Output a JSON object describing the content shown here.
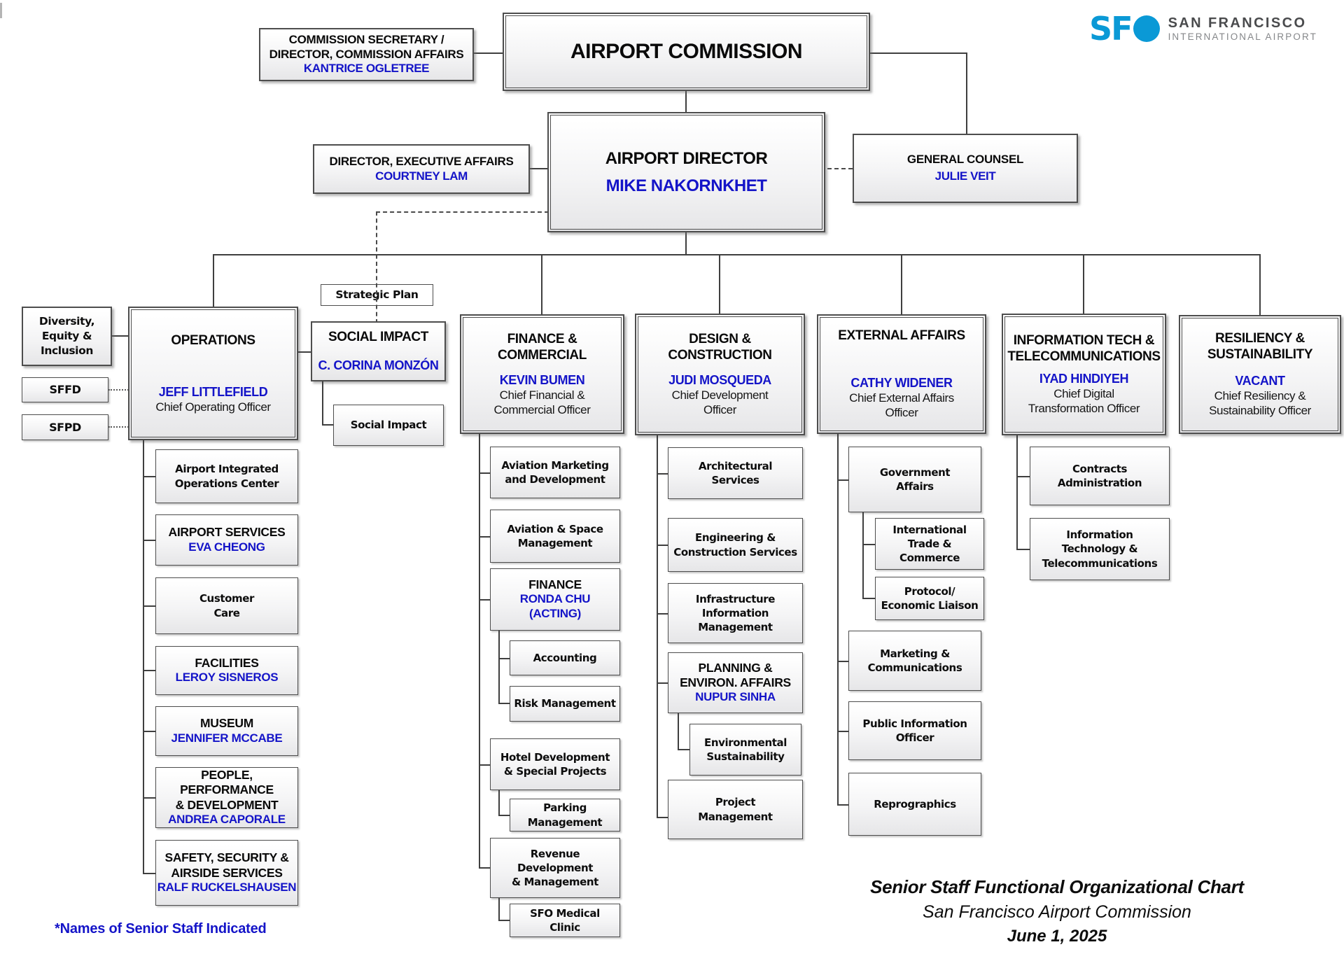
{
  "logo": {
    "sfo": "SF",
    "name_line1": "SAN FRANCISCO",
    "name_line2": "INTERNATIONAL AIRPORT"
  },
  "colors": {
    "accent_blue": "#1414c8",
    "sfo_blue": "#0a99d6",
    "box_border": "#4d4d4d"
  },
  "top": {
    "commission_secretary": {
      "title": "COMMISSION SECRETARY /\nDIRECTOR, COMMISSION AFFAIRS",
      "name": "KANTRICE OGLETREE"
    },
    "airport_commission": {
      "title": "AIRPORT COMMISSION"
    },
    "director_exec_affairs": {
      "title": "DIRECTOR, EXECUTIVE AFFAIRS",
      "name": "COURTNEY LAM"
    },
    "airport_director": {
      "title": "AIRPORT DIRECTOR",
      "name": "MIKE NAKORNKHET"
    },
    "general_counsel": {
      "title": "GENERAL COUNSEL",
      "name": "JULIE VEIT"
    },
    "strategic_plan": {
      "label": "Strategic Plan"
    }
  },
  "satellites": {
    "dei": {
      "label": "Diversity,\nEquity &\nInclusion"
    },
    "sffd": {
      "label": "SFFD"
    },
    "sfpd": {
      "label": "SFPD"
    }
  },
  "divisions": {
    "operations": {
      "header": "OPERATIONS",
      "name": "JEFF LITTLEFIELD",
      "role": "Chief Operating Officer",
      "children": [
        {
          "label": "Airport Integrated\nOperations Center"
        },
        {
          "header": "AIRPORT SERVICES",
          "name": "EVA CHEONG"
        },
        {
          "label": "Customer\nCare"
        },
        {
          "header": "FACILITIES",
          "name": "LEROY SISNEROS"
        },
        {
          "header": "MUSEUM",
          "name": "JENNIFER MCCABE"
        },
        {
          "header": "PEOPLE, PERFORMANCE\n& DEVELOPMENT",
          "name": "ANDREA CAPORALE"
        },
        {
          "header": "SAFETY, SECURITY &\nAIRSIDE SERVICES",
          "name": "RALF RUCKELSHAUSEN"
        }
      ]
    },
    "social_impact": {
      "header": "SOCIAL IMPACT",
      "name": "C. CORINA MONZÓN",
      "children": [
        {
          "label": "Social Impact"
        }
      ]
    },
    "finance": {
      "header": "FINANCE &\nCOMMERCIAL",
      "name": "KEVIN BUMEN",
      "role": "Chief Financial &\nCommercial Officer",
      "children": [
        {
          "label": "Aviation Marketing\nand Development"
        },
        {
          "label": "Aviation & Space\nManagement"
        },
        {
          "header": "FINANCE",
          "name": "RONDA CHU",
          "acting": "(ACTING)"
        },
        {
          "label": "Accounting"
        },
        {
          "label": "Risk Management"
        },
        {
          "label": "Hotel Development\n& Special Projects"
        },
        {
          "label": "Parking\nManagement"
        },
        {
          "label": "Revenue\nDevelopment\n& Management"
        },
        {
          "label": "SFO Medical\nClinic"
        }
      ]
    },
    "design": {
      "header": "DESIGN &\nCONSTRUCTION",
      "name": "JUDI MOSQUEDA",
      "role": "Chief Development\nOfficer",
      "children": [
        {
          "label": "Architectural\nServices"
        },
        {
          "label": "Engineering &\nConstruction Services"
        },
        {
          "label": "Infrastructure\nInformation\nManagement"
        },
        {
          "header": "PLANNING &\nENVIRON. AFFAIRS",
          "name": "NUPUR SINHA"
        },
        {
          "label": "Environmental\nSustainability"
        },
        {
          "label": "Project\nManagement"
        }
      ]
    },
    "external": {
      "header": "EXTERNAL AFFAIRS",
      "name": "CATHY WIDENER",
      "role": "Chief External Affairs\nOfficer",
      "children": [
        {
          "label": "Government\nAffairs"
        },
        {
          "label": "International\nTrade &\nCommerce"
        },
        {
          "label": "Protocol/\nEconomic Liaison"
        },
        {
          "label": "Marketing &\nCommunications"
        },
        {
          "label": "Public Information\nOfficer"
        },
        {
          "label": "Reprographics"
        }
      ]
    },
    "it": {
      "header": "INFORMATION TECH &\nTELECOMMUNICATIONS",
      "name": "IYAD HINDIYEH",
      "role": "Chief Digital\nTransformation Officer",
      "children": [
        {
          "label": "Contracts\nAdministration"
        },
        {
          "label": "Information\nTechnology &\nTelecommunications"
        }
      ]
    },
    "resiliency": {
      "header": "RESILIENCY &\nSUSTAINABILITY",
      "name": "VACANT",
      "role": "Chief Resiliency &\nSustainability Officer",
      "children": []
    }
  },
  "footer": {
    "note": "*Names of Senior Staff Indicated",
    "title_line1": "Senior Staff Functional Organizational Chart",
    "title_line2": "San Francisco Airport Commission",
    "title_line3": "June 1, 2025"
  }
}
